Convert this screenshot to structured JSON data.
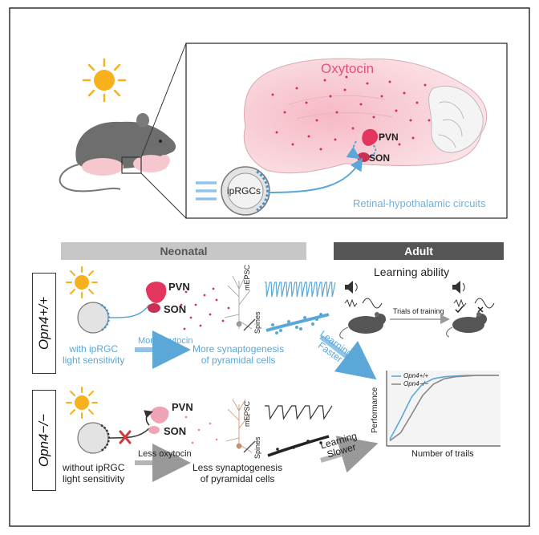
{
  "header": {
    "oxytocin": "Oxytocin",
    "pvn": "PVN",
    "son": "SON",
    "ipRGCs": "ipRGCs",
    "circuits": "Retinal-hypothalamic circuits"
  },
  "neonatal": {
    "banner": "Neonatal",
    "wt": {
      "genotype": "Opn4+/+",
      "sensitivity": "with ipRGC\nlight sensitivity",
      "arrow_label": "More oxytocin",
      "result": "More synaptogenesis\nof pyramidal cells",
      "pvn": "PVN",
      "son": "SON",
      "mepsc": "mEPSC",
      "spines": "Spines"
    },
    "ko": {
      "genotype": "Opn4−/−",
      "sensitivity": "without ipRGC\nlight sensitivity",
      "arrow_label": "Less oxytocin",
      "result": "Less synaptogenesis\nof pyramidal cells",
      "pvn": "PVN",
      "son": "SON",
      "mepsc": "mEPSC",
      "spines": "Spines"
    }
  },
  "adult": {
    "banner": "Adult",
    "learning_ability": "Learning ability",
    "trials": "Trials of training",
    "faster": "Learning\nFaster",
    "slower": "Learning\nSlower"
  },
  "chart_data": {
    "type": "line",
    "xlabel": "Number of trails",
    "ylabel": "Performance",
    "series": [
      {
        "name": "Opn4+/+",
        "color": "#5aa7d8",
        "x": [
          0,
          1,
          2,
          3,
          4,
          5,
          6,
          7,
          8,
          9,
          10
        ],
        "y": [
          0.05,
          0.35,
          0.68,
          0.87,
          0.95,
          0.98,
          0.99,
          1,
          1,
          1,
          1
        ]
      },
      {
        "name": "Opn4−/−",
        "color": "#888888",
        "x": [
          0,
          1,
          2,
          3,
          4,
          5,
          6,
          7,
          8,
          9,
          10
        ],
        "y": [
          0.03,
          0.15,
          0.42,
          0.7,
          0.87,
          0.95,
          0.98,
          0.99,
          1,
          1,
          1
        ]
      }
    ]
  }
}
